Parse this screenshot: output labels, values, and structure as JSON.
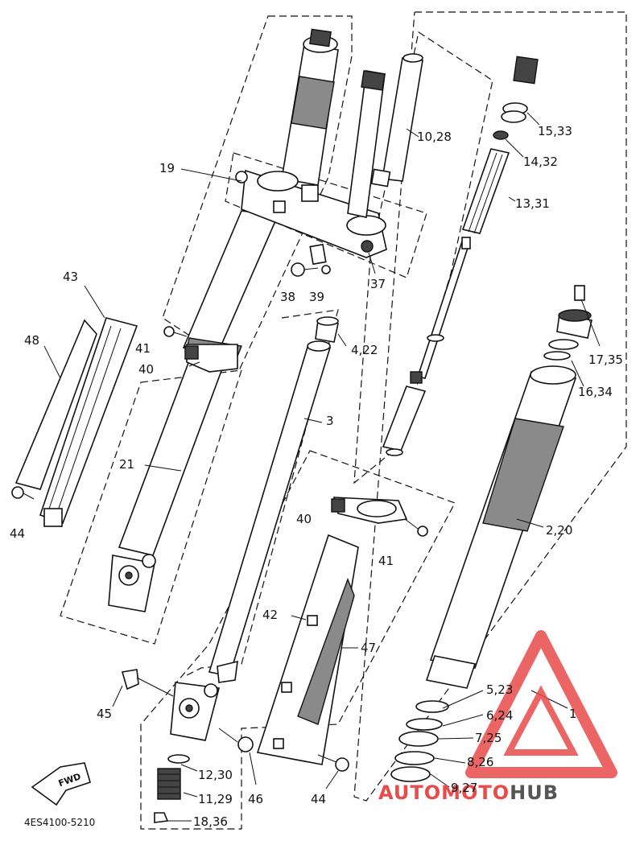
{
  "callouts": [
    {
      "id": "c1",
      "text": "1"
    },
    {
      "id": "c2",
      "text": "2,20"
    },
    {
      "id": "c3",
      "text": "3"
    },
    {
      "id": "c4",
      "text": "4,22"
    },
    {
      "id": "c5",
      "text": "5,23"
    },
    {
      "id": "c6",
      "text": "6,24"
    },
    {
      "id": "c7",
      "text": "7,25"
    },
    {
      "id": "c8",
      "text": "8,26"
    },
    {
      "id": "c9",
      "text": "9,27"
    },
    {
      "id": "c10",
      "text": "10,28"
    },
    {
      "id": "c11",
      "text": "11,29"
    },
    {
      "id": "c12",
      "text": "12,30"
    },
    {
      "id": "c13",
      "text": "13,31"
    },
    {
      "id": "c14",
      "text": "14,32"
    },
    {
      "id": "c15",
      "text": "15,33"
    },
    {
      "id": "c16",
      "text": "16,34"
    },
    {
      "id": "c17",
      "text": "17,35"
    },
    {
      "id": "c18",
      "text": "18,36"
    },
    {
      "id": "c19",
      "text": "19"
    },
    {
      "id": "c21",
      "text": "21"
    },
    {
      "id": "c37",
      "text": "37"
    },
    {
      "id": "c38",
      "text": "38"
    },
    {
      "id": "c39",
      "text": "39"
    },
    {
      "id": "c40a",
      "text": "40"
    },
    {
      "id": "c40b",
      "text": "40"
    },
    {
      "id": "c41a",
      "text": "41"
    },
    {
      "id": "c41b",
      "text": "41"
    },
    {
      "id": "c42",
      "text": "42"
    },
    {
      "id": "c43",
      "text": "43"
    },
    {
      "id": "c44a",
      "text": "44"
    },
    {
      "id": "c44b",
      "text": "44"
    },
    {
      "id": "c45",
      "text": "45"
    },
    {
      "id": "c46",
      "text": "46"
    },
    {
      "id": "c47",
      "text": "47"
    },
    {
      "id": "c48",
      "text": "48"
    }
  ],
  "diagram_code": "4ES4100-5210",
  "fwd_label": "FWD",
  "watermark": {
    "part1": "AUTO",
    "part2": "MOTO",
    "part3": "HUB",
    "color_red": "#e94b4b",
    "color_grey": "#555555"
  }
}
